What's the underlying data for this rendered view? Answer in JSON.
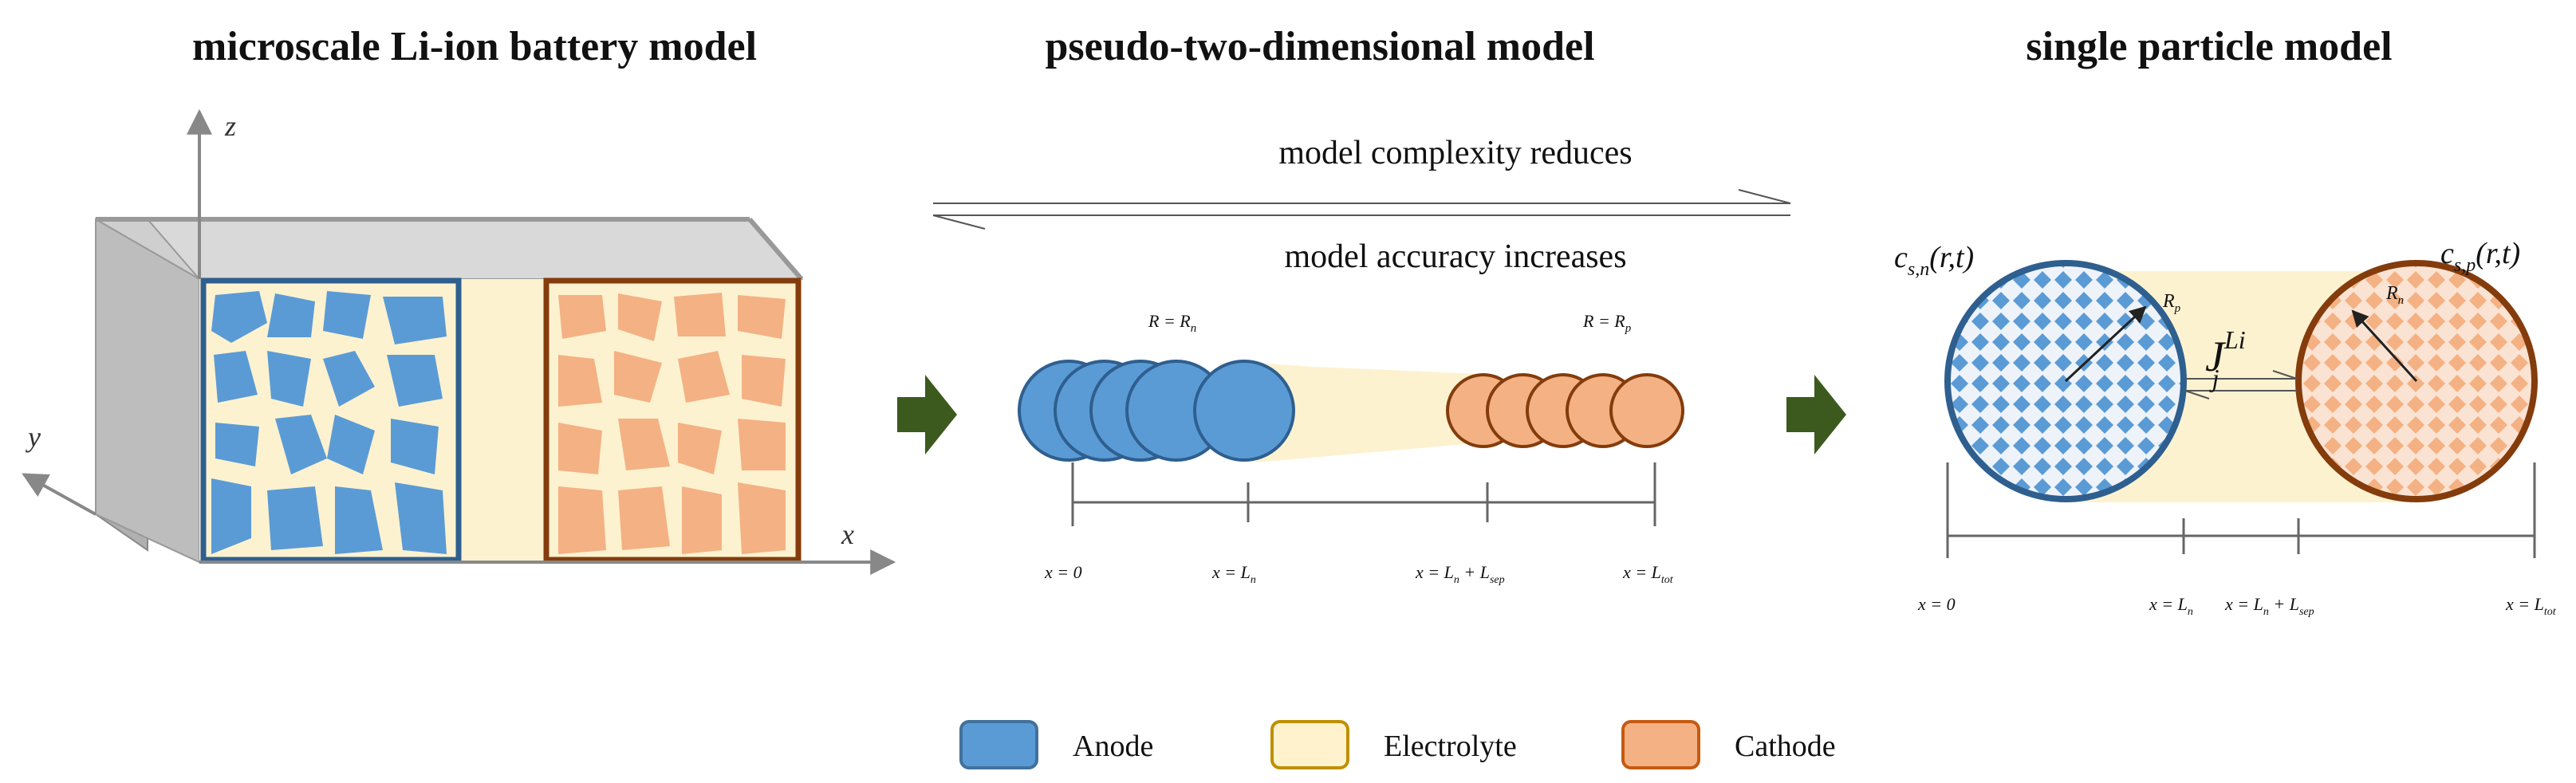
{
  "titles": {
    "micro": "microscale Li-ion  battery model",
    "p2d": "pseudo-two-dimensional  model",
    "spm": "single particle model"
  },
  "arrows_text": {
    "top": "model complexity reduces",
    "bottom": "model accuracy increases"
  },
  "micro_axes": {
    "z": "z",
    "y": "y",
    "x": "x"
  },
  "p2d": {
    "radius_anode": "R = R",
    "radius_anode_sub": "n",
    "radius_cathode": "R = R",
    "radius_cathode_sub": "p",
    "ticks": [
      {
        "main": "x = 0",
        "sub": "",
        "rest": ""
      },
      {
        "main": "x = L",
        "sub": "n",
        "rest": ""
      },
      {
        "main": "x = L",
        "sub": "n",
        "rest": " + L",
        "sub2": "sep"
      },
      {
        "main": "x = L",
        "sub": "tot",
        "rest": ""
      }
    ]
  },
  "spm": {
    "c_n": "c",
    "c_n_sub": "s,n",
    "c_n_args": "(r,t)",
    "c_p": "c",
    "c_p_sub": "s,p",
    "c_p_args": "(r,t)",
    "R_p": "R",
    "R_p_sub": "p",
    "R_n": "R",
    "R_n_sub": "n",
    "flux": "J",
    "flux_sup": "Li",
    "flux_sub": "j",
    "ticks": [
      {
        "main": "x = 0",
        "sub": "",
        "rest": ""
      },
      {
        "main": "x = L",
        "sub": "n",
        "rest": ""
      },
      {
        "main": "x = L",
        "sub": "n",
        "rest": " + L",
        "sub2": "sep"
      },
      {
        "main": "x = L",
        "sub": "tot",
        "rest": ""
      }
    ]
  },
  "legend": [
    {
      "label": "Anode",
      "color": "#5b9bd5",
      "border": "#41719c"
    },
    {
      "label": "Electrolyte",
      "color": "#fff2cc",
      "border": "#bf9000"
    },
    {
      "label": "Cathode",
      "color": "#f4b183",
      "border": "#c55a11"
    }
  ],
  "colors": {
    "anode": "#5b9bd5",
    "anode_border": "#2e5f8f",
    "cathode": "#f4b183",
    "cathode_border": "#843c0c",
    "electrolyte": "#fdf2d0",
    "box_gray": "#bfbfbf",
    "arrow_green": "#3c5a1e"
  }
}
